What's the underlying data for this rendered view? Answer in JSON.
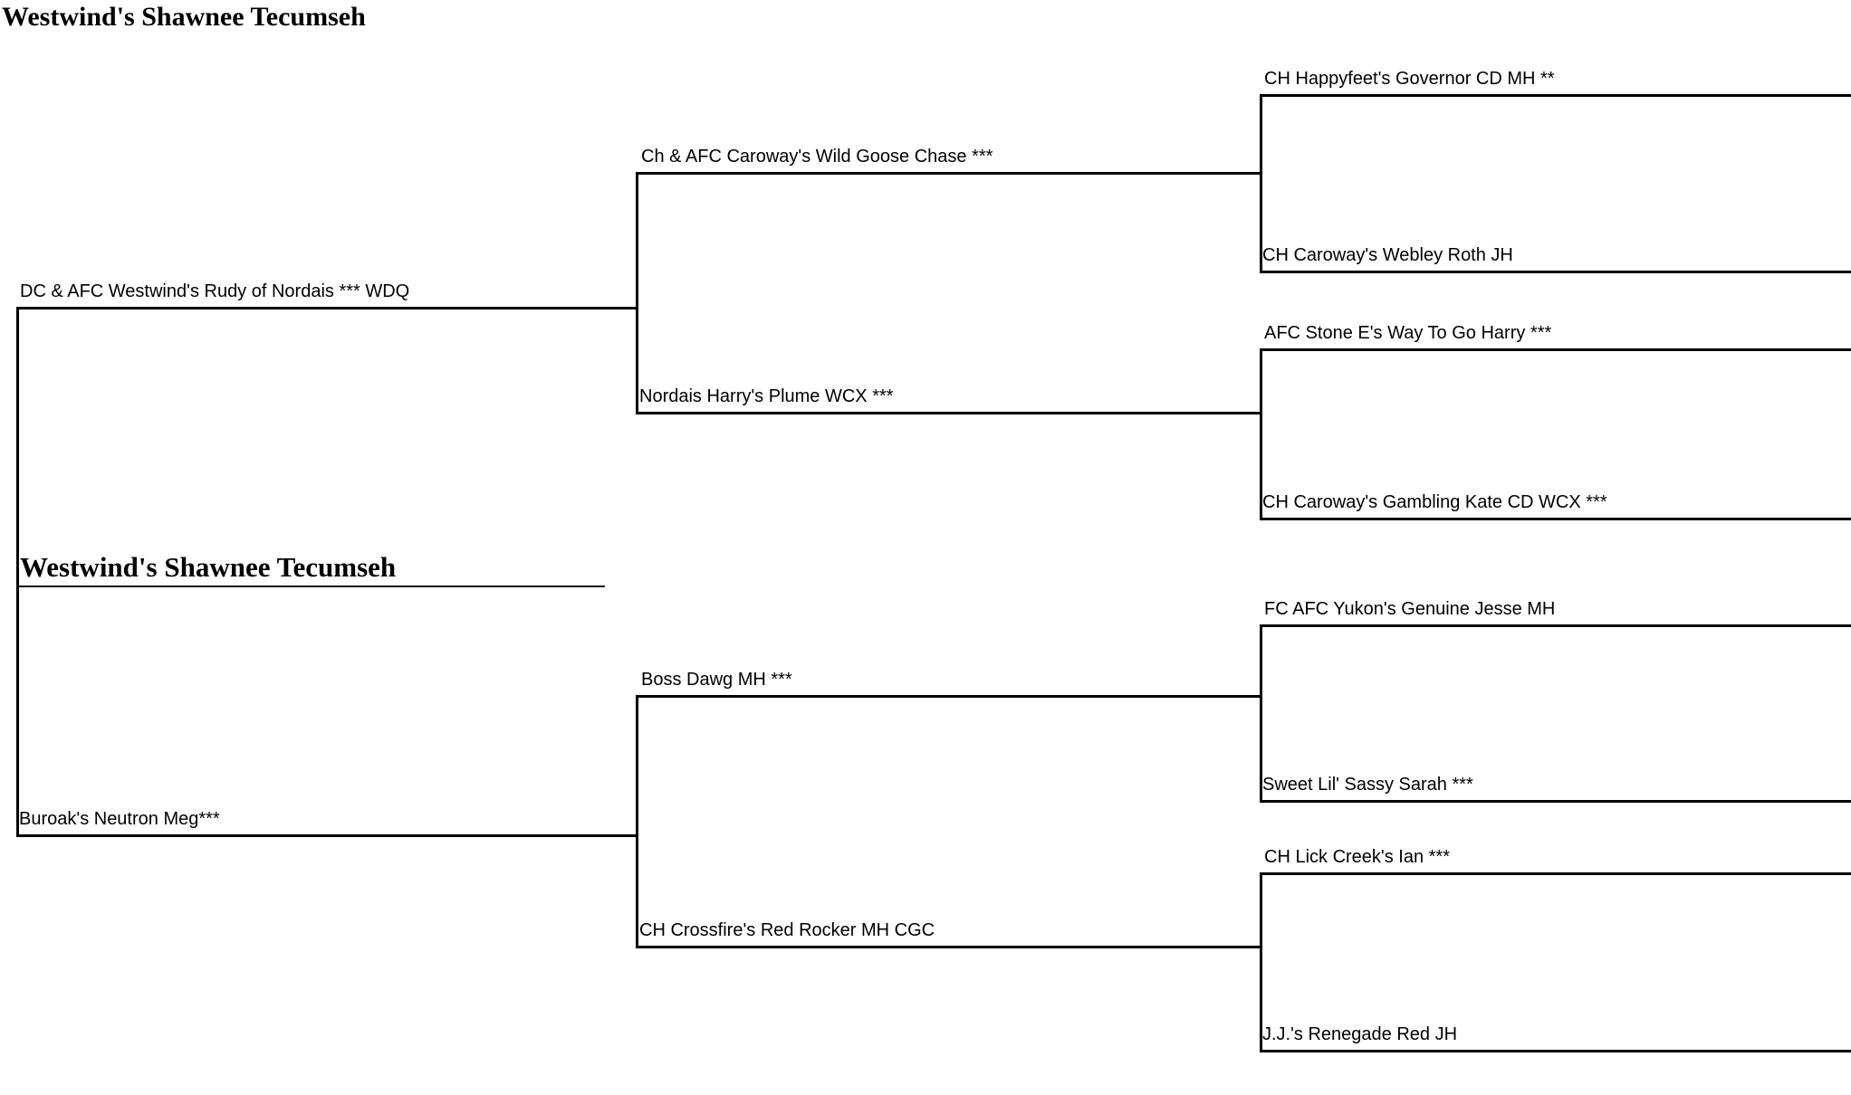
{
  "header": {
    "title": "Westwind's Shawnee Tecumseh"
  },
  "style": {
    "line_color": "#000000",
    "background_color": "#ffffff",
    "text_color": "#000000"
  },
  "pedigree": {
    "subject": {
      "name": "Westwind's Shawnee Tecumseh"
    },
    "sire": {
      "name": "DC & AFC Westwind's Rudy of Nordais *** WDQ"
    },
    "dam": {
      "name": "Buroak's Neutron Meg***"
    },
    "sire_sire": {
      "name": "Ch & AFC Caroway's Wild Goose Chase ***"
    },
    "sire_dam": {
      "name": "Nordais Harry's Plume WCX ***"
    },
    "dam_sire": {
      "name": "Boss Dawg MH ***"
    },
    "dam_dam": {
      "name": "CH Crossfire's Red Rocker MH CGC"
    },
    "sire_sire_sire": {
      "name": "CH Happyfeet's Governor CD MH **"
    },
    "sire_sire_dam": {
      "name": "CH Caroway's Webley Roth JH"
    },
    "sire_dam_sire": {
      "name": "AFC Stone E's Way To Go Harry ***"
    },
    "sire_dam_dam": {
      "name": "CH Caroway's Gambling Kate CD WCX ***"
    },
    "dam_sire_sire": {
      "name": "FC AFC Yukon's Genuine Jesse MH"
    },
    "dam_sire_dam": {
      "name": "Sweet Lil' Sassy Sarah ***"
    },
    "dam_dam_sire": {
      "name": "CH Lick Creek's Ian ***"
    },
    "dam_dam_dam": {
      "name": "J.J.'s Renegade Red JH"
    }
  }
}
